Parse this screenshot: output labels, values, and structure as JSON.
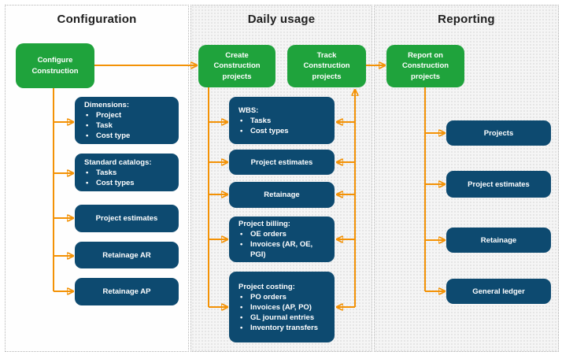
{
  "colors": {
    "green": "#1fa33c",
    "blue": "#0d4a70",
    "orange": "#f39206"
  },
  "panels": {
    "configuration": {
      "title": "Configuration",
      "root": "Configure Construction",
      "items": [
        {
          "title": "Dimensions:",
          "bullets": [
            "Project",
            "Task",
            "Cost type"
          ]
        },
        {
          "title": "Standard catalogs:",
          "bullets": [
            "Tasks",
            "Cost types"
          ]
        },
        {
          "label": "Project estimates"
        },
        {
          "label": "Retainage AR"
        },
        {
          "label": "Retainage AP"
        }
      ]
    },
    "daily_usage": {
      "title": "Daily usage",
      "create_root": "Create Construction projects",
      "track_root": "Track Construction projects",
      "items": [
        {
          "title": "WBS:",
          "bullets": [
            "Tasks",
            "Cost types"
          ]
        },
        {
          "label": "Project estimates"
        },
        {
          "label": "Retainage"
        },
        {
          "title": "Project billing:",
          "bullets": [
            "OE orders",
            "Invoices (AR, OE, PGI)"
          ]
        },
        {
          "title": "Project costing:",
          "bullets": [
            "PO orders",
            "Invoices (AP, PO)",
            "GL journal entries",
            "Inventory transfers"
          ]
        }
      ]
    },
    "reporting": {
      "title": "Reporting",
      "root": "Report on Construction projects",
      "items": [
        {
          "label": "Projects"
        },
        {
          "label": "Project estimates"
        },
        {
          "label": "Retainage"
        },
        {
          "label": "General ledger"
        }
      ]
    }
  }
}
